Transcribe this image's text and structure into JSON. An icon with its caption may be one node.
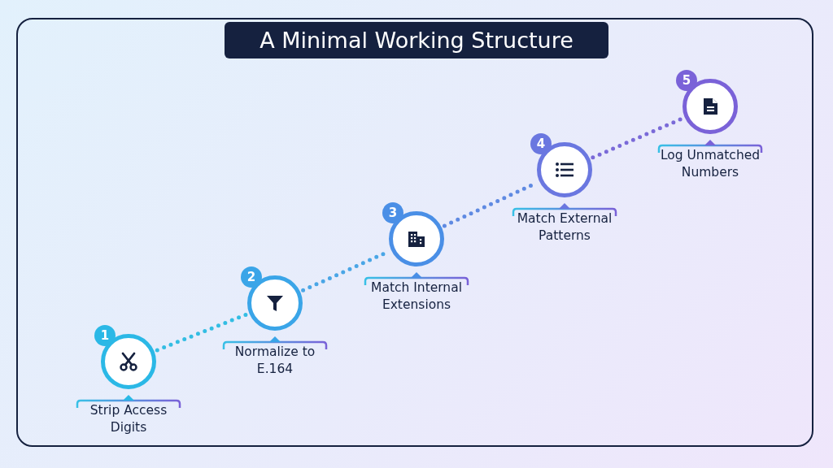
{
  "diagram": {
    "title": "A Minimal Working Structure",
    "nodes": [
      {
        "text": [
          "1",
          "Strip Access Digits"
        ]
      },
      {
        "text": [
          "2",
          "Normalize to E.164"
        ]
      },
      {
        "text": [
          "3",
          "Match Internal Extensions"
        ]
      },
      {
        "text": [
          "4",
          "Match External Patterns"
        ]
      },
      {
        "text": [
          "5",
          "Log Unmatched Numbers"
        ]
      }
    ],
    "edges": [
      {
        "from": 0,
        "to": 1,
        "arrow": "none",
        "color": "#33bde3"
      },
      {
        "from": 1,
        "to": 2,
        "arrow": "none",
        "color": "#4aa6e6"
      },
      {
        "from": 2,
        "to": 3,
        "arrow": "none",
        "color": "#5f8ae2"
      },
      {
        "from": 3,
        "to": 4,
        "arrow": "none",
        "color": "#7a6ad8"
      }
    ]
  }
}
